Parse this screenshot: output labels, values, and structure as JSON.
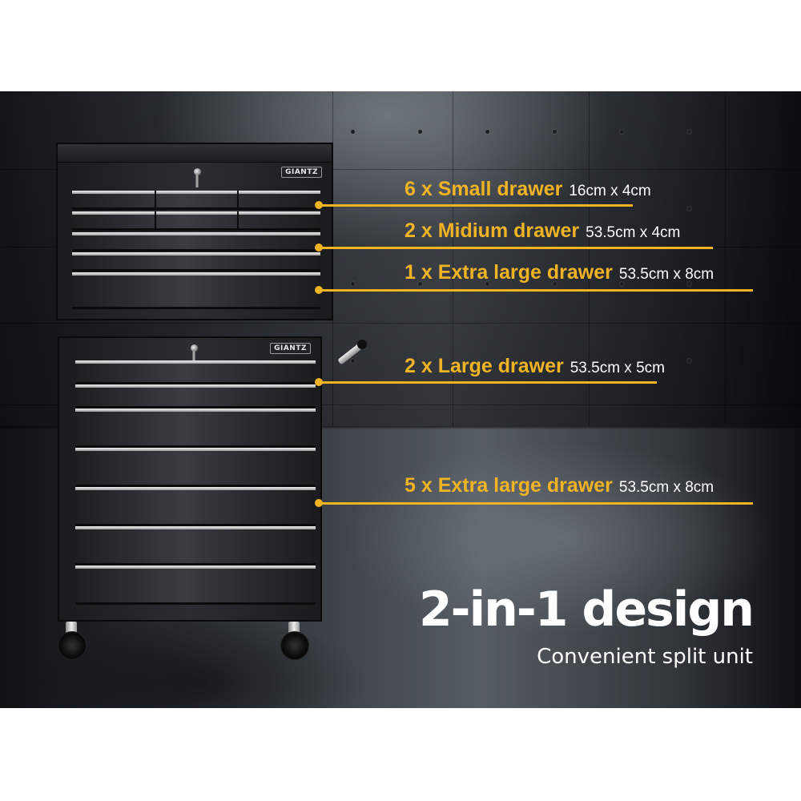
{
  "brand": {
    "logo": "GIANTZ"
  },
  "colors": {
    "accent": "#f0b323",
    "text": "#ffffff",
    "background": "#2c3136"
  },
  "callouts": [
    {
      "name": "6 x Small drawer",
      "dimensions": "16cm x 4cm"
    },
    {
      "name": "2 x Midium drawer",
      "dimensions": "53.5cm x 4cm"
    },
    {
      "name": "1 x Extra large drawer",
      "dimensions": "53.5cm x 8cm"
    },
    {
      "name": "2 x Large drawer",
      "dimensions": "53.5cm x 5cm"
    },
    {
      "name": "5 x Extra large drawer",
      "dimensions": "53.5cm x 8cm"
    }
  ],
  "headline": "2-in-1 design",
  "subline": "Convenient split unit"
}
